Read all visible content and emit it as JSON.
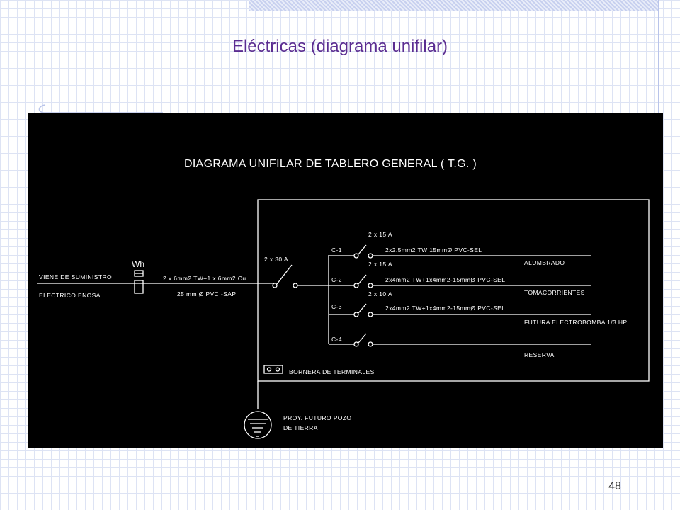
{
  "slide": {
    "title": "Eléctricas (diagrama unifilar)",
    "page_number": "48"
  },
  "diagram": {
    "title": "DIAGRAMA UNIFILAR DE TABLERO  GENERAL ( T.G. )",
    "supply": {
      "line1": "VIENE DE SUMINISTRO",
      "line2": "ELECTRICO ENOSA"
    },
    "meter_label": "Wh",
    "feeder": {
      "cable": "2 x 6mm2  TW+1 x 6mm2 Cu",
      "conduit": "25 mm Ø  PVC -SAP"
    },
    "main_breaker": "2 x 30 A",
    "circuits": [
      {
        "id": "C-1",
        "breaker": "2 x 15 A",
        "cable": "2x2.5mm2 TW 15mmØ PVC-SEL",
        "load": "ALUMBRADO"
      },
      {
        "id": "C-2",
        "breaker": "2 x 15 A",
        "cable": "2x4mm2 TW+1x4mm2-15mmØ PVC-SEL",
        "load": "TOMACORRIENTES"
      },
      {
        "id": "C-3",
        "breaker": "2 x 10 A",
        "cable": "2x4mm2 TW+1x4mm2-15mmØ PVC-SEL",
        "load": "FUTURA ELECTROBOMBA 1/3 HP"
      },
      {
        "id": "C-4",
        "breaker": "",
        "cable": "",
        "load": "RESERVA"
      }
    ],
    "terminal_block": "BORNERA DE TERMINALES",
    "ground": {
      "line1": "PROY. FUTURO POZO",
      "line2": "DE TIERRA"
    }
  }
}
